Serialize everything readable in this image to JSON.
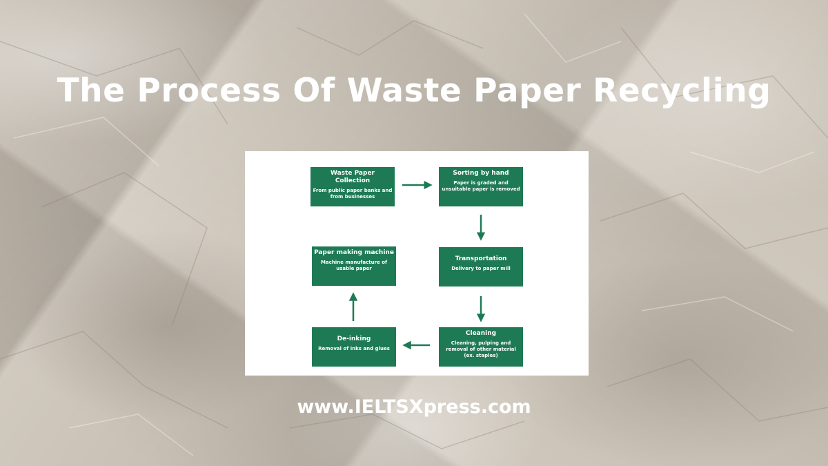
{
  "title": "The Process Of Waste Paper Recycling",
  "website": "www.IELTSXpress.com",
  "colors": {
    "box": "#1e7a55",
    "arrow": "#1e7a55",
    "panel": "#ffffff",
    "title": "#ffffff"
  },
  "steps": [
    {
      "title": "Waste Paper Collection",
      "desc": "From public paper banks and from businesses"
    },
    {
      "title": "Sorting by hand",
      "desc": "Paper is graded and unsuitable paper is removed"
    },
    {
      "title": "Transportation",
      "desc": "Delivery to paper mill"
    },
    {
      "title": "Cleaning",
      "desc": "Cleaning, pulping and removal of other material (ex. staples)"
    },
    {
      "title": "De-inking",
      "desc": "Removal of inks and glues"
    },
    {
      "title": "Paper making machine",
      "desc": "Machine manufacture of usable paper"
    }
  ]
}
